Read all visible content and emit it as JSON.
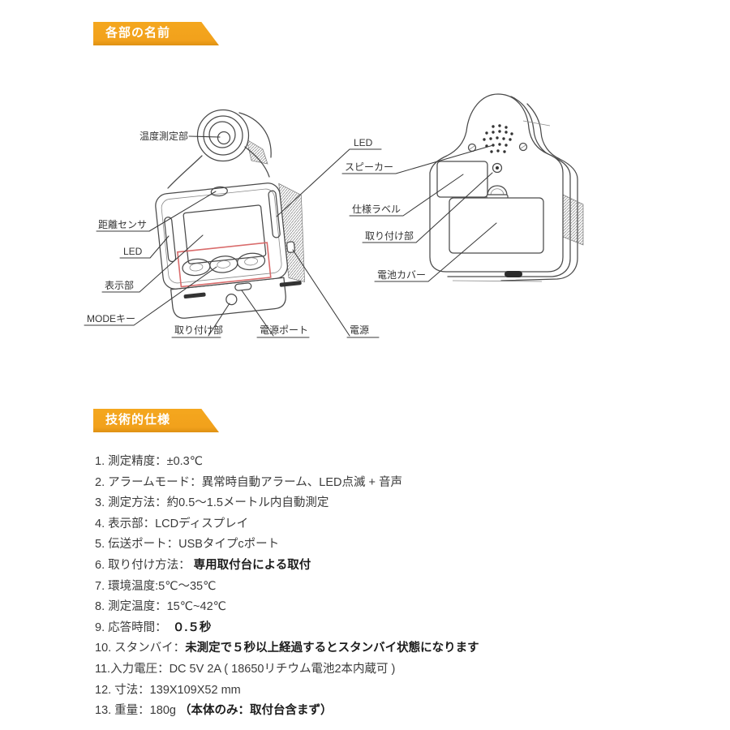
{
  "sections": {
    "part_names": {
      "title": "各部の名前"
    },
    "tech_specs": {
      "title": "技術的仕様"
    }
  },
  "diagram": {
    "front": {
      "temp_sensor": "温度測定部",
      "distance_sensor": "距離センサ",
      "led_left": "LED",
      "display": "表示部",
      "mode_key": "MODEキー",
      "mount": "取り付け部",
      "power_port": "電源ポート",
      "power": "電源",
      "led_right": "LED"
    },
    "back": {
      "speaker": "スピーカー",
      "spec_label": "仕様ラベル",
      "mount": "取り付け部",
      "battery_cover": "電池カバー"
    }
  },
  "specs": [
    {
      "text": "1. 測定精度：±0.3℃",
      "bold": ""
    },
    {
      "text": "2. アラームモード：異常時自動アラーム、LED点滅 + 音声",
      "bold": ""
    },
    {
      "text": "3. 測定方法：約0.5〜1.5メートル内自動測定",
      "bold": ""
    },
    {
      "text": "4. 表示部：LCDディスプレイ",
      "bold": ""
    },
    {
      "text": "5. 伝送ポート：USBタイプcポート",
      "bold": ""
    },
    {
      "text": "6. 取り付け方法： ",
      "bold": "専用取付台による取付"
    },
    {
      "text": "7. 環境温度:5℃〜35℃",
      "bold": ""
    },
    {
      "text": "8. 測定温度：15℃~42℃",
      "bold": ""
    },
    {
      "text": "9. 応答時間：　",
      "bold": "０.５秒"
    },
    {
      "text": "10. スタンバイ：",
      "bold": "未測定で５秒以上経過するとスタンバイ状態になります"
    },
    {
      "text": "11.入力電圧：DC 5V 2A ( 18650リチウム電池2本内蔵可 )",
      "bold": ""
    },
    {
      "text": "12. 寸法：139X109X52 mm",
      "bold": ""
    },
    {
      "text": "13. 重量：180g ",
      "bold": "（本体のみ：取付台含まず）"
    }
  ],
  "colors": {
    "banner": "#F2A41E",
    "banner_shadow": "#DE9113",
    "highlight_box": "#D96B6B",
    "line": "#4A4A4A",
    "text": "#3B3B3B"
  }
}
